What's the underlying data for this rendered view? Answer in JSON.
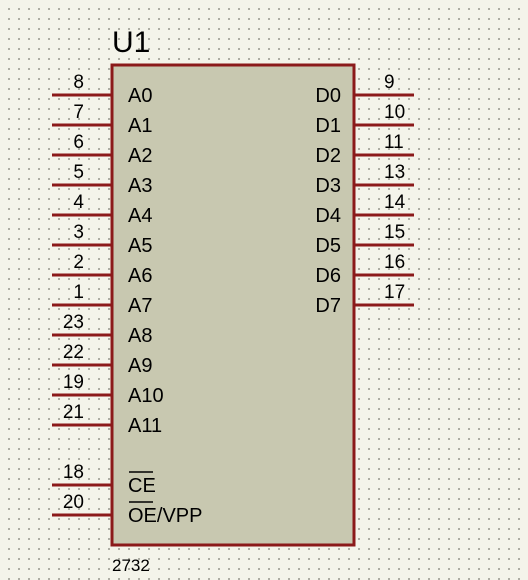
{
  "component": {
    "reference": "U1",
    "part_number": "2732",
    "body_fill": "#c8c8b0",
    "outline_color": "#8b1a1a"
  },
  "pins": {
    "left": [
      {
        "num": "8",
        "name": "A0"
      },
      {
        "num": "7",
        "name": "A1"
      },
      {
        "num": "6",
        "name": "A2"
      },
      {
        "num": "5",
        "name": "A3"
      },
      {
        "num": "4",
        "name": "A4"
      },
      {
        "num": "3",
        "name": "A5"
      },
      {
        "num": "2",
        "name": "A6"
      },
      {
        "num": "1",
        "name": "A7"
      },
      {
        "num": "23",
        "name": "A8"
      },
      {
        "num": "22",
        "name": "A9"
      },
      {
        "num": "19",
        "name": "A10"
      },
      {
        "num": "21",
        "name": "A11"
      },
      {
        "num": "18",
        "name": "CE",
        "overbar": true
      },
      {
        "num": "20",
        "name": "OE/VPP",
        "overbar": true
      }
    ],
    "right": [
      {
        "num": "9",
        "name": "D0"
      },
      {
        "num": "10",
        "name": "D1"
      },
      {
        "num": "11",
        "name": "D2"
      },
      {
        "num": "13",
        "name": "D3"
      },
      {
        "num": "14",
        "name": "D4"
      },
      {
        "num": "15",
        "name": "D5"
      },
      {
        "num": "16",
        "name": "D6"
      },
      {
        "num": "17",
        "name": "D7"
      }
    ]
  }
}
